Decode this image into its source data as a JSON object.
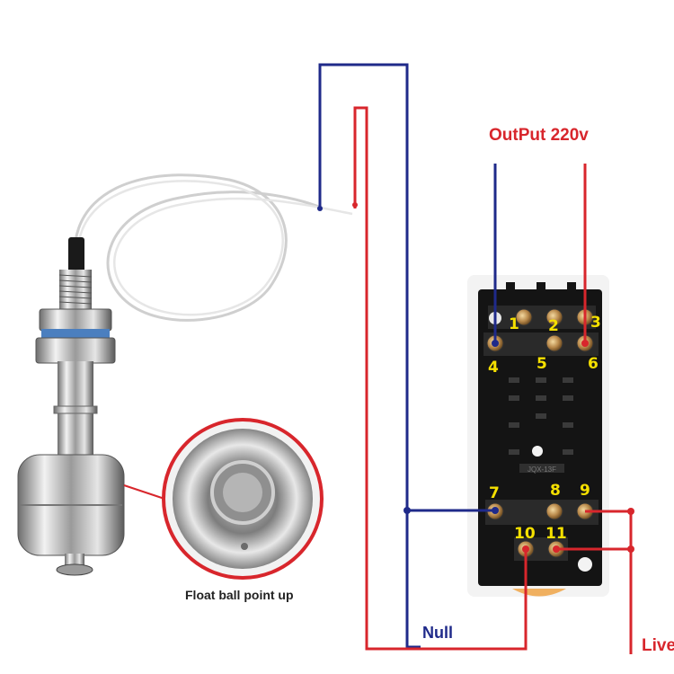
{
  "labels": {
    "output": "OutPut 220v",
    "null": "Null",
    "live": "Live",
    "caption": "Float ball point up"
  },
  "terminals": [
    "1",
    "2",
    "3",
    "4",
    "5",
    "6",
    "7",
    "8",
    "9",
    "10",
    "11"
  ],
  "relay_marking": "JQX-13F",
  "colors": {
    "neutral_wire": "#1f2a8a",
    "live_wire": "#d8262c",
    "terminal_number": "#f5e000",
    "relay_body": "#141414"
  }
}
